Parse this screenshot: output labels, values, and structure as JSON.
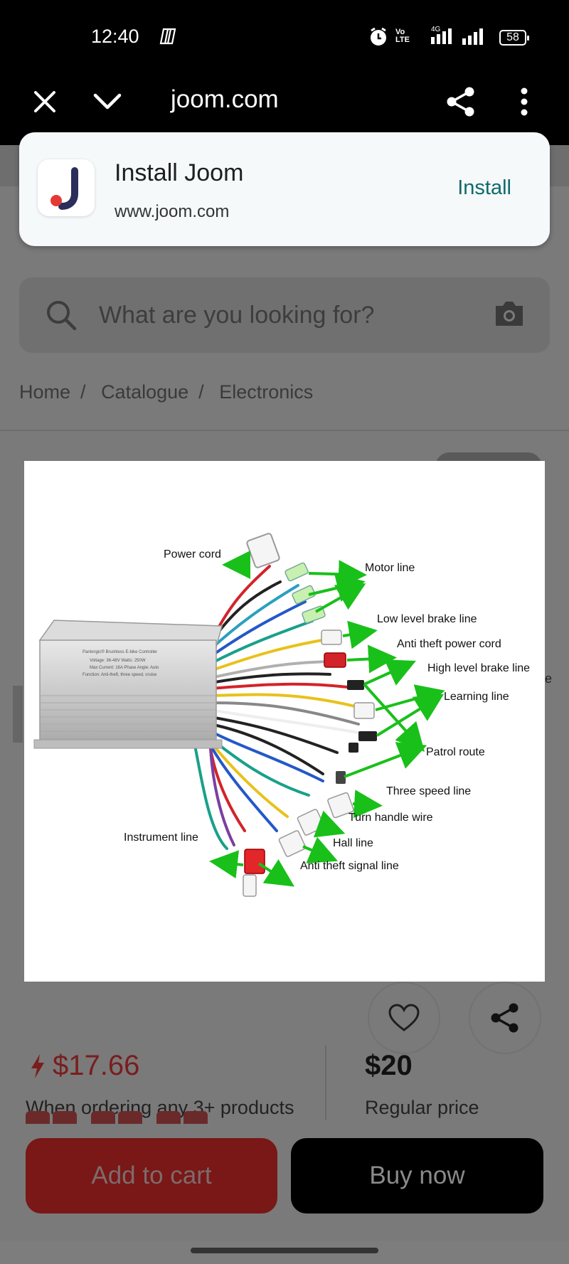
{
  "status_bar": {
    "time": "12:40",
    "battery": "58",
    "network": "4G",
    "volte": "VoLTE"
  },
  "browser": {
    "url": "joom.com"
  },
  "install_banner": {
    "title": "Install Joom",
    "url": "www.joom.com",
    "button": "Install"
  },
  "search": {
    "placeholder": "What are you looking for?"
  },
  "breadcrumb": [
    "Home",
    "Catalogue",
    "Electronics"
  ],
  "product_image": {
    "device_label_lines": [
      "Panlongic® Brushless E-bike Controller",
      "Voltage: 36-48V   Watts: 250W",
      "Max Current: 16A   Phase Angle: Auto",
      "Function: Anti-theft, three speed, cruise"
    ],
    "labels": {
      "power_cord": "Power cord",
      "motor_line": "Motor line",
      "low_brake": "Low level brake line",
      "anti_theft_power": "Anti theft power cord",
      "high_brake": "High level brake line",
      "learning": "Learning line",
      "patrol": "Patrol route",
      "three_speed": "Three speed line",
      "turn_handle": "Turn handle wire",
      "hall": "Hall line",
      "instrument": "Instrument line",
      "anti_theft_signal": "Anti theft signal line"
    }
  },
  "pricing": {
    "sale_price": "$17.66",
    "sale_note": "When ordering any 3+ products",
    "regular_price": "$20",
    "regular_note": "Regular price"
  },
  "peek_text": "e",
  "actions": {
    "add_to_cart": "Add to cart",
    "buy_now": "Buy now"
  },
  "colors": {
    "install_accent": "#0f6a6c",
    "sale": "#c62828",
    "arrow_green": "#19c01a"
  }
}
